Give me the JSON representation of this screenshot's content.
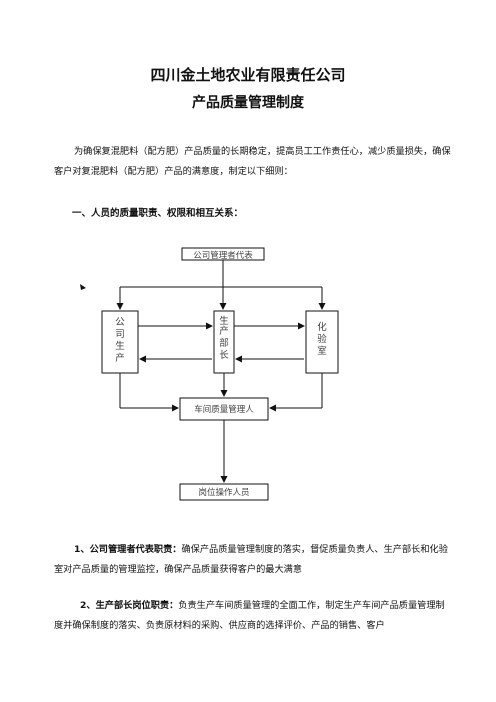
{
  "title": "四川金土地农业有限责任公司",
  "subtitle": "产品质量管理制度",
  "intro": "为确保复混肥料（配方肥）产品质量的长期稳定，提高员工工作责任心，减少质量损失，确保客户对复混肥料（配方肥）产品的满意度，制定以下细则：",
  "section1_heading": "一、人员的质量职责、权限和相互关系：",
  "diagram": {
    "top": "公司管理者代表",
    "left": [
      "公",
      "司",
      "生",
      "产"
    ],
    "middle": [
      "生",
      "产",
      "部",
      "长"
    ],
    "right": [
      "化",
      "验",
      "室"
    ],
    "workshop": "车间质量管理人",
    "bottom": "岗位操作人员"
  },
  "item1": {
    "lead": "1、公司管理者代表职责：",
    "text": "确保产品质量管理制度的落实，督促质量负责人、生产部长和化验室对产品质量的管理监控，确保产品质量获得客户的最大满意"
  },
  "item2": {
    "lead": "2、生产部长岗位职责：",
    "text": "负责生产车间质量管理的全面工作，制定生产车间产品质量管理制度并确保制度的落实、负责原材料的采购、供应商的选择评价、产品的销售、客户"
  }
}
